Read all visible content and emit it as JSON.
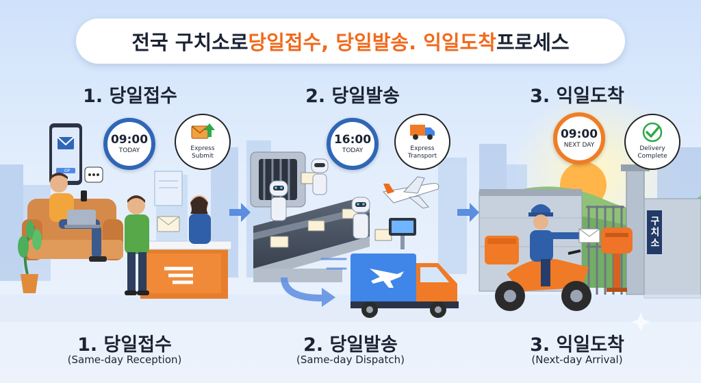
{
  "title": {
    "part1": "전국 구치소로 ",
    "part2": "당일접수, 당일발송.",
    "part3": " ",
    "part4": "익일도착",
    "part5": " 프로세스"
  },
  "steps": [
    {
      "top_label": "1. 당일접수",
      "bottom_label": "1. 당일접수",
      "sub_label": "(Same-day Reception)",
      "clock_time": "09:00",
      "clock_sub": "TODAY",
      "bubble_text": "Express\nSubmit",
      "bubble_line1": "Express",
      "bubble_line2": "Submit"
    },
    {
      "top_label": "2. 당일발송",
      "bottom_label": "2. 당일발송",
      "sub_label": "(Same-day Dispatch)",
      "clock_time": "16:00",
      "clock_sub": "TODAY",
      "bubble_line1": "Express",
      "bubble_line2": "Transport"
    },
    {
      "top_label": "3. 익일도착",
      "bottom_label": "3. 익일도착",
      "sub_label": "(Next-day Arrival)",
      "clock_time": "09:00",
      "clock_sub": "NEXT DAY",
      "bubble_line1": "Delivery",
      "bubble_line2": "Complete"
    }
  ],
  "phone_button": "OP",
  "sign": "구치소",
  "colors": {
    "accent_orange": "#f06a1c",
    "clock_blue": "#2f66b8",
    "clock_orange": "#f07d24",
    "arrow_blue": "#5b8de0"
  }
}
